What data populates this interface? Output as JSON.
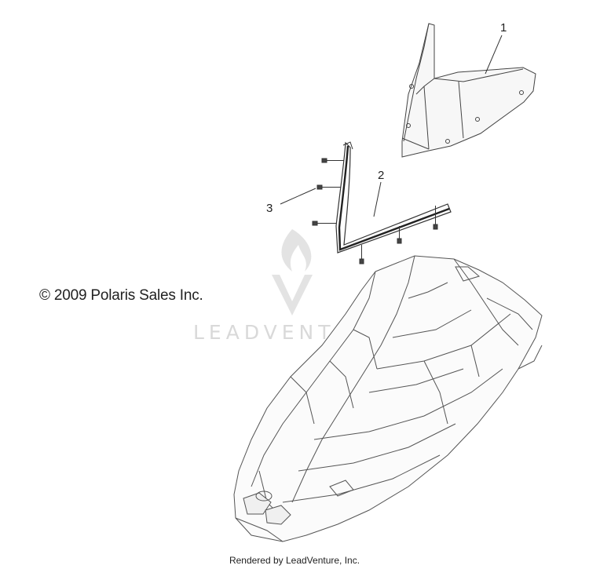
{
  "diagram": {
    "callouts": [
      {
        "id": "1",
        "label": "1"
      },
      {
        "id": "2",
        "label": "2"
      },
      {
        "id": "3",
        "label": "3"
      }
    ],
    "copyright": "© 2009 Polaris Sales Inc.",
    "footer": "Rendered by LeadVenture, Inc.",
    "watermark": "LEADVENTURE"
  }
}
